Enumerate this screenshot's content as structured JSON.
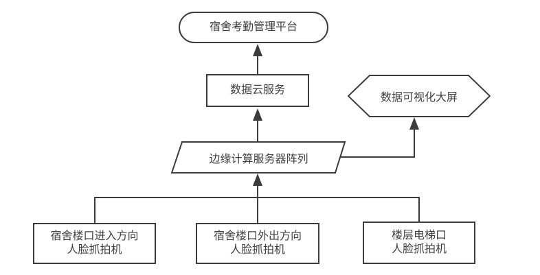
{
  "diagram": {
    "background": "#ffffff",
    "stroke_color": "#3c3c3c",
    "text_color": "#3f3f3f",
    "nodes": {
      "platform": {
        "label": "宿舍考勤管理平台",
        "shape": "stadium"
      },
      "cloud": {
        "label": "数据云服务",
        "shape": "rectangle"
      },
      "bigscreen": {
        "label": "数据可视化大屏",
        "shape": "hexagon"
      },
      "edge_servers": {
        "label": "边缘计算服务器阵列",
        "shape": "parallelogram"
      },
      "cam_in": {
        "line1": "宿舍楼口进入方向",
        "line2": "人脸抓拍机",
        "shape": "rectangle"
      },
      "cam_out": {
        "line1": "宿舍楼口外出方向",
        "line2": "人脸抓拍机",
        "shape": "rectangle"
      },
      "cam_elevator": {
        "line1": "楼层电梯口",
        "line2": "人脸抓拍机",
        "shape": "rectangle"
      }
    },
    "edges": [
      {
        "from": "cloud",
        "to": "platform",
        "arrow": true
      },
      {
        "from": "edge_servers",
        "to": "cloud",
        "arrow": true
      },
      {
        "from": "cam_in",
        "to": "edge_servers",
        "arrow": true
      },
      {
        "from": "cam_out",
        "to": "edge_servers",
        "arrow": true
      },
      {
        "from": "cam_elevator",
        "to": "edge_servers",
        "arrow": true
      },
      {
        "from": "edge_servers",
        "to": "bigscreen",
        "arrow": true
      }
    ]
  }
}
